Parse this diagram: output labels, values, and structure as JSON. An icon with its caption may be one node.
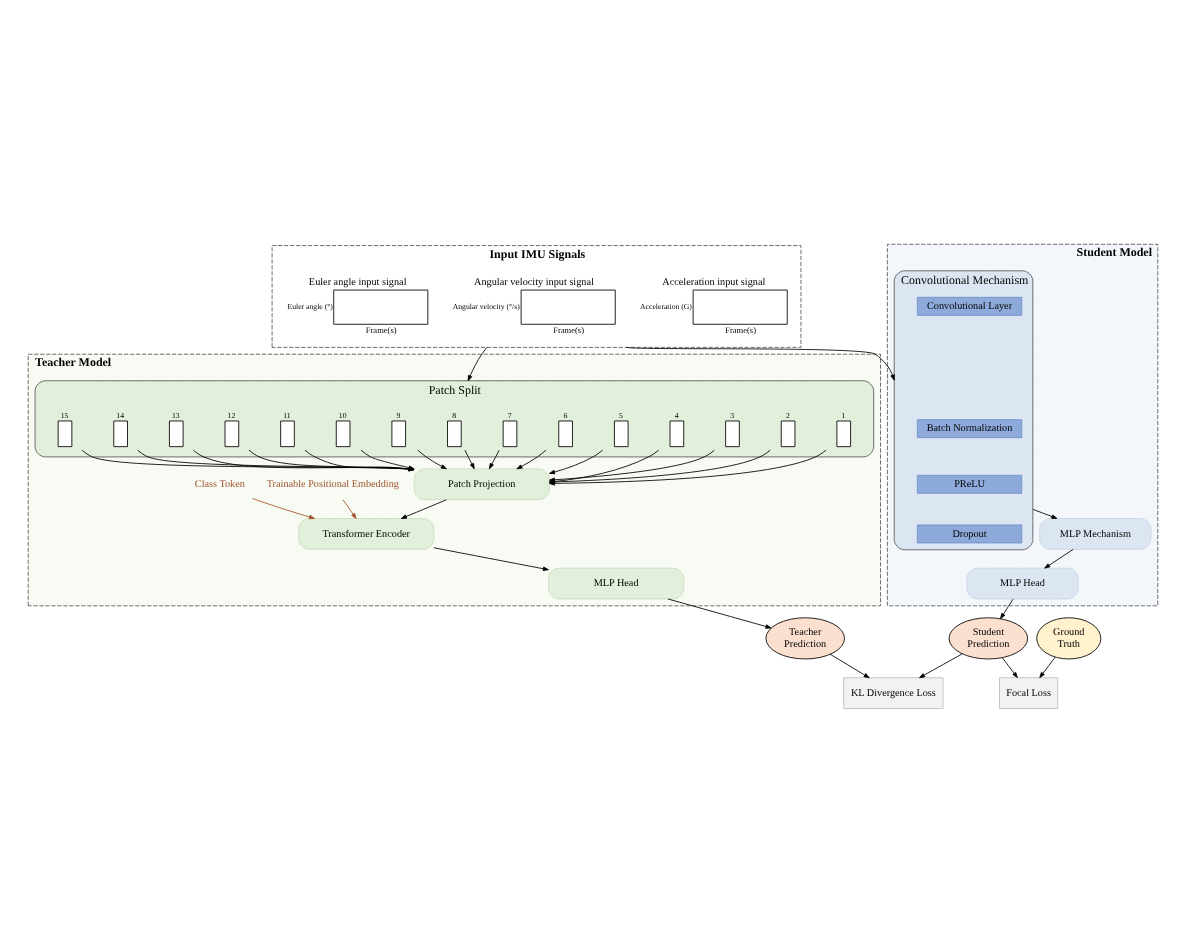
{
  "diagram": {
    "nodes": [
      {
        "text": [
          "Input IMU Signals"
        ]
      },
      {
        "text": [
          "Acceleration input signal",
          "Acceleration (G)",
          "Frame(s)"
        ],
        "in": 0
      },
      {
        "text": [
          "Angular velocity input signal",
          "Angular velocity (°/s)",
          "Frame(s)"
        ],
        "in": 0
      },
      {
        "text": [
          "Euler angle input signal",
          "Euler angle (°)",
          "Frame(s)"
        ],
        "in": 0
      },
      {
        "text": [
          "Teacher Model"
        ]
      },
      {
        "text": [
          "Patch Split"
        ],
        "in": 4
      },
      {
        "text": [
          "1"
        ],
        "in": 5
      },
      {
        "text": [
          "2"
        ],
        "in": 5
      },
      {
        "text": [
          "3"
        ],
        "in": 5
      },
      {
        "text": [
          "4"
        ],
        "in": 5
      },
      {
        "text": [
          "5"
        ],
        "in": 5
      },
      {
        "text": [
          "6"
        ],
        "in": 5
      },
      {
        "text": [
          "7"
        ],
        "in": 5
      },
      {
        "text": [
          "8"
        ],
        "in": 5
      },
      {
        "text": [
          "9"
        ],
        "in": 5
      },
      {
        "text": [
          "10"
        ],
        "in": 5
      },
      {
        "text": [
          "11"
        ],
        "in": 5
      },
      {
        "text": [
          "12"
        ],
        "in": 5
      },
      {
        "text": [
          "13"
        ],
        "in": 5
      },
      {
        "text": [
          "14"
        ],
        "in": 5
      },
      {
        "text": [
          "15"
        ],
        "in": 5
      },
      {
        "text": [
          "Patch Projection"
        ],
        "in": 4
      },
      {
        "text": [
          "Transformer Encoder"
        ],
        "in": 4
      },
      {
        "text": [
          "MLP Head"
        ],
        "in": 4
      },
      {
        "text": [
          "Student Model"
        ]
      },
      {
        "text": [
          "Convolutional Mechanism"
        ],
        "in": 24
      },
      {
        "text": [
          "Convolutional Layer"
        ],
        "in": 25
      },
      {
        "text": [
          "Batch Normalization"
        ],
        "in": 25
      },
      {
        "text": [
          "PReLU"
        ],
        "in": 25
      },
      {
        "text": [
          "Dropout"
        ],
        "in": 25
      },
      {
        "text": [
          "MLP Mechanism"
        ],
        "in": 24
      },
      {
        "text": [
          "MLP Head"
        ],
        "in": 24
      },
      {
        "text": [
          "Teacher Prediction"
        ]
      },
      {
        "text": [
          "Student Prediction"
        ]
      },
      {
        "text": [
          "Ground Truth"
        ]
      },
      {
        "text": [
          "KL Divergence Loss"
        ]
      },
      {
        "text": [
          "Focal Loss"
        ]
      },
      {
        "text": [
          "Trainable Positional Embedding"
        ],
        "in": 4
      },
      {
        "text": [
          "Class Token"
        ],
        "in": 4
      }
    ],
    "edges": [
      {
        "from": 0,
        "to": 5,
        "arrow": "to"
      },
      {
        "from": 0,
        "to": 25,
        "arrow": "to"
      },
      {
        "from": 6,
        "to": 21,
        "arrow": "to"
      },
      {
        "from": 7,
        "to": 21,
        "arrow": "to"
      },
      {
        "from": 8,
        "to": 21,
        "arrow": "to"
      },
      {
        "from": 9,
        "to": 21,
        "arrow": "to"
      },
      {
        "from": 10,
        "to": 21,
        "arrow": "to"
      },
      {
        "from": 11,
        "to": 21,
        "arrow": "to"
      },
      {
        "from": 12,
        "to": 21,
        "arrow": "to"
      },
      {
        "from": 13,
        "to": 21,
        "arrow": "to"
      },
      {
        "from": 14,
        "to": 21,
        "arrow": "to"
      },
      {
        "from": 15,
        "to": 21,
        "arrow": "to"
      },
      {
        "from": 16,
        "to": 21,
        "arrow": "to"
      },
      {
        "from": 17,
        "to": 21,
        "arrow": "to"
      },
      {
        "from": 18,
        "to": 21,
        "arrow": "to"
      },
      {
        "from": 19,
        "to": 21,
        "arrow": "to"
      },
      {
        "from": 20,
        "to": 21,
        "arrow": "to"
      },
      {
        "from": 21,
        "to": 22,
        "arrow": "to"
      },
      {
        "from": 37,
        "to": 22,
        "arrow": "to",
        "color": "#a0522d"
      },
      {
        "from": 38,
        "to": 22,
        "arrow": "to",
        "color": "#a0522d"
      },
      {
        "from": 22,
        "to": 23,
        "arrow": "to"
      },
      {
        "from": 23,
        "to": 32,
        "arrow": "to"
      },
      {
        "from": 25,
        "to": 30,
        "arrow": "to"
      },
      {
        "from": 30,
        "to": 31,
        "arrow": "to"
      },
      {
        "from": 31,
        "to": 33,
        "arrow": "to"
      },
      {
        "from": 32,
        "to": 35,
        "arrow": "to"
      },
      {
        "from": 33,
        "to": 35,
        "arrow": "to"
      },
      {
        "from": 33,
        "to": 36,
        "arrow": "to"
      },
      {
        "from": 34,
        "to": 36,
        "arrow": "to"
      }
    ]
  }
}
